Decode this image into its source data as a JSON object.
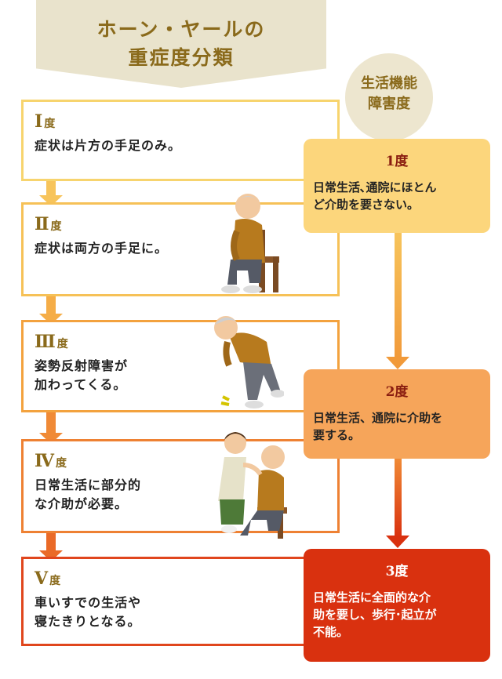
{
  "header": {
    "title_line1": "ホーン・ヤールの",
    "title_line2": "重症度分類"
  },
  "side_label": {
    "line1": "生活機能",
    "line2": "障害度"
  },
  "stages": [
    {
      "numeral": "Ⅰ",
      "unit": "度",
      "lines": [
        "症状は片方の手足のみ。"
      ]
    },
    {
      "numeral": "Ⅱ",
      "unit": "度",
      "lines": [
        "症状は両方の手足に。"
      ]
    },
    {
      "numeral": "Ⅲ",
      "unit": "度",
      "lines": [
        "姿勢反射障害が",
        "加わってくる。"
      ]
    },
    {
      "numeral": "Ⅳ",
      "unit": "度",
      "lines": [
        "日常生活に部分的",
        "な介助が必要。"
      ]
    },
    {
      "numeral": "Ⅴ",
      "unit": "度",
      "lines": [
        "車いすでの生活や",
        "寝たきりとなる。"
      ]
    }
  ],
  "grades": [
    {
      "label": "1度",
      "lines": [
        "日常生活､通院にほとん",
        "ど介助を要さない。"
      ]
    },
    {
      "label": "2度",
      "lines": [
        "日常生活、通院に介助を",
        "要する。"
      ]
    },
    {
      "label": "3度",
      "lines": [
        "日常生活に全面的な介",
        "助を要し、歩行･起立が",
        "不能。"
      ]
    }
  ],
  "colors": {
    "header_bg": "#e9e3cc",
    "title_text": "#8a6a1b",
    "grade1_bg": "#fcd67c",
    "grade2_bg": "#f6a55a",
    "grade3_bg": "#d9310f",
    "grade_number": "#8a1d10"
  },
  "icons": [
    "elderly-man-sitting",
    "elderly-man-stooping",
    "caregiver-helping-seated-man"
  ]
}
